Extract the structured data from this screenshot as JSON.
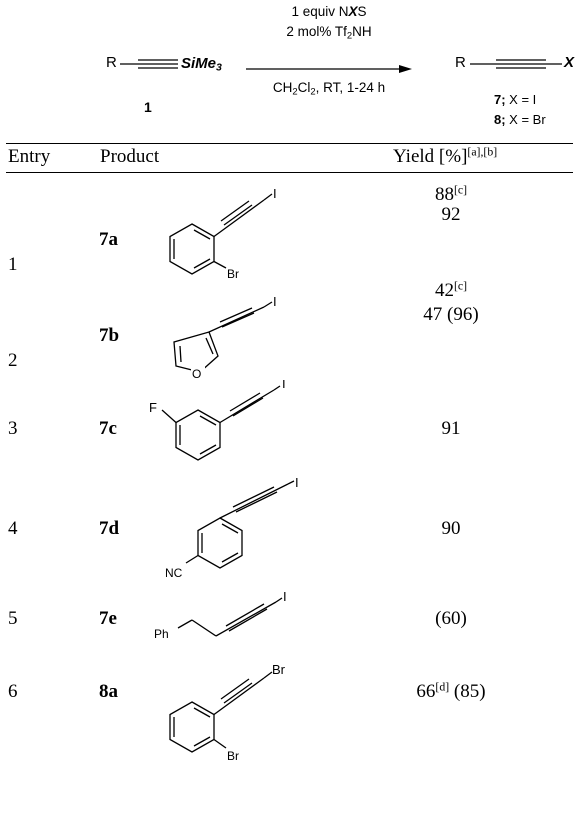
{
  "scheme": {
    "reactant_R": "R",
    "reactant_group": "SiMe",
    "reactant_group_sub": "3",
    "reactant_number": "1",
    "cond_line1_a": "1 equiv N",
    "cond_line1_b": "X",
    "cond_line1_c": "S",
    "cond_line2_a": "2 mol% Tf",
    "cond_line2_sub": "2",
    "cond_line2_b": "NH",
    "cond_line3_a": "CH",
    "cond_line3_sub1": "2",
    "cond_line3_b": "Cl",
    "cond_line3_sub2": "2",
    "cond_line3_c": ", RT, 1-24 h",
    "product_R": "R",
    "product_X": "X",
    "product_label1_num": "7;",
    "product_label1_text": " X = I",
    "product_label2_num": "8;",
    "product_label2_text": " X = Br"
  },
  "table": {
    "headers": {
      "entry": "Entry",
      "product": "Product",
      "yield": "Yield [%]",
      "yield_notes": "[a],[b]"
    },
    "rows": [
      {
        "entry": "1",
        "code": "7a",
        "yield_line1": "88",
        "yield_line1_note": "[c]",
        "yield_line2": "92",
        "atoms": [
          "I",
          "Br"
        ]
      },
      {
        "entry": "2",
        "code": "7b",
        "yield_line1": "42",
        "yield_line1_note": "[c]",
        "yield_line2": "47 (96)",
        "atoms": [
          "I",
          "O"
        ]
      },
      {
        "entry": "3",
        "code": "7c",
        "yield_line1": "91",
        "atoms": [
          "F",
          "I"
        ]
      },
      {
        "entry": "4",
        "code": "7d",
        "yield_line1": "90",
        "atoms": [
          "I",
          "NC"
        ]
      },
      {
        "entry": "5",
        "code": "7e",
        "yield_line1": "(60)",
        "atoms": [
          "Ph",
          "I"
        ]
      },
      {
        "entry": "6",
        "code": "8a",
        "yield_line1": "66",
        "yield_line1_note": "[d]",
        "yield_line1_tail": " (85)",
        "atoms": [
          "Br",
          "Br"
        ]
      }
    ]
  }
}
